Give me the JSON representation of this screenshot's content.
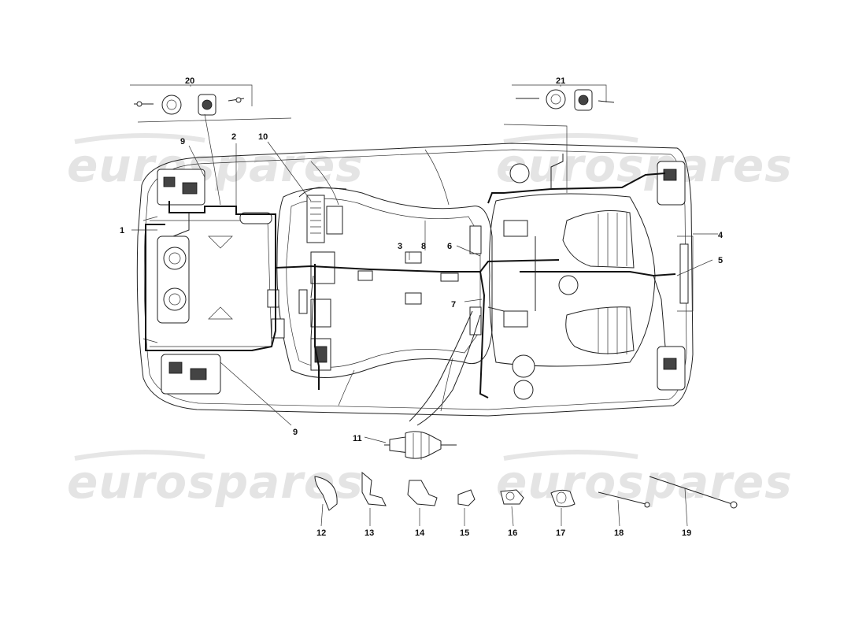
{
  "watermark": {
    "text": "eurospares"
  },
  "callouts": [
    {
      "id": "1",
      "label": "1"
    },
    {
      "id": "2",
      "label": "2"
    },
    {
      "id": "3",
      "label": "3"
    },
    {
      "id": "4",
      "label": "4"
    },
    {
      "id": "5",
      "label": "5"
    },
    {
      "id": "6",
      "label": "6"
    },
    {
      "id": "7",
      "label": "7"
    },
    {
      "id": "8",
      "label": "8"
    },
    {
      "id": "9a",
      "label": "9"
    },
    {
      "id": "9b",
      "label": "9"
    },
    {
      "id": "10",
      "label": "10"
    },
    {
      "id": "11",
      "label": "11"
    },
    {
      "id": "12",
      "label": "12"
    },
    {
      "id": "13",
      "label": "13"
    },
    {
      "id": "14",
      "label": "14"
    },
    {
      "id": "15",
      "label": "15"
    },
    {
      "id": "16",
      "label": "16"
    },
    {
      "id": "17",
      "label": "17"
    },
    {
      "id": "18",
      "label": "18"
    },
    {
      "id": "19",
      "label": "19"
    },
    {
      "id": "20",
      "label": "20"
    },
    {
      "id": "21",
      "label": "21"
    }
  ]
}
